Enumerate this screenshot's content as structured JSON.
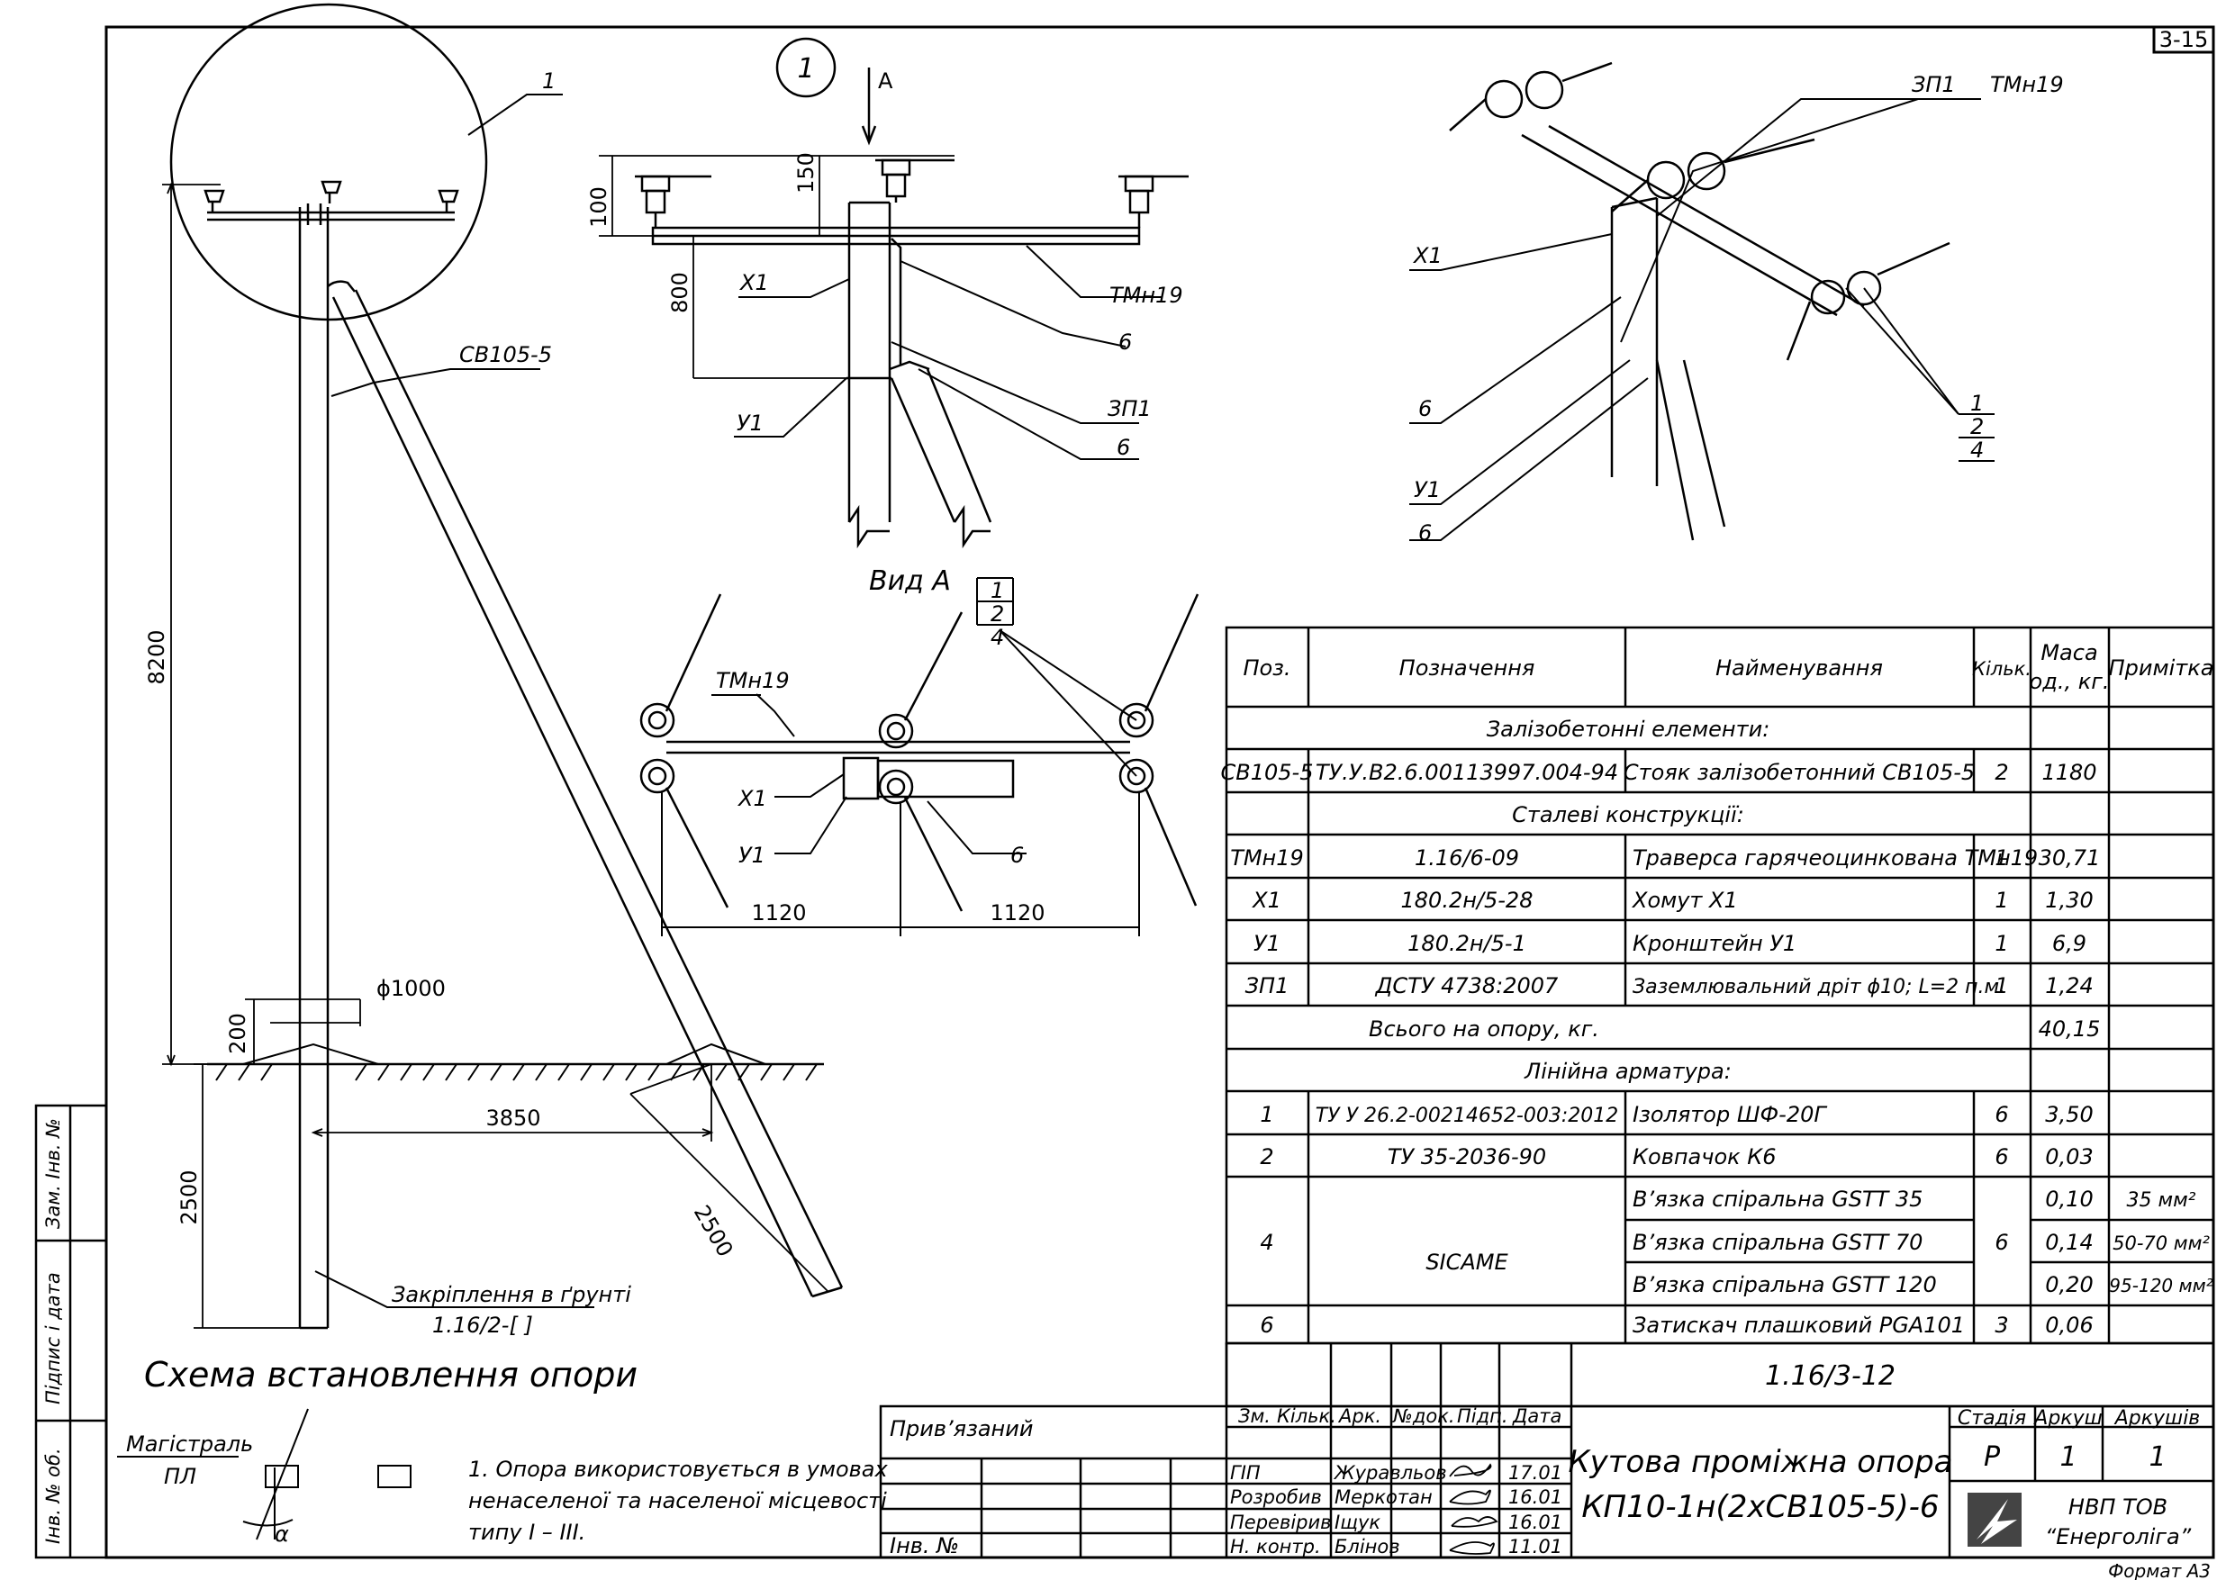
{
  "sheet_no": "3-15",
  "format": "Формат А3",
  "view_marker": "1",
  "view_arrow_label": "А",
  "view_a_title": "Вид А",
  "scheme_title": "Схема встановлення опори",
  "labels": {
    "callout_1": "1",
    "cb": "СВ105-5",
    "tmn": "ТМн19",
    "x1": "Х1",
    "u1": "У1",
    "zp1": "ЗП1",
    "six": "6",
    "one": "1",
    "two": "2",
    "four": "4"
  },
  "dims": {
    "d100": "100",
    "d150": "150",
    "d800": "800",
    "d8200": "8200",
    "d200": "200",
    "d1000": "ϕ1000",
    "d3850": "3850",
    "d2500a": "2500",
    "d2500b": "2500",
    "d1120a": "1120",
    "d1120b": "1120"
  },
  "ground_fix": {
    "line1": "Закріплення в ґрунті",
    "line2": "1.16/2-[     ]"
  },
  "legend": {
    "mag": "Магістраль",
    "pl": "ПЛ",
    "alpha": "α"
  },
  "note": {
    "line1": "1. Опора використовується в умовах",
    "line2": "ненаселеної та населеної місцевості",
    "line3": "типу I – III."
  },
  "side_stamp": {
    "a": "Інв. № об.",
    "b": "Підпис і дата",
    "c": "Зам. Інв. №"
  },
  "spec": {
    "headers": [
      "Поз.",
      "Позначення",
      "Найменування",
      "Кільк.",
      "Маса од., кг.",
      "Примітка"
    ],
    "mass_h1": "Маса",
    "mass_h2": "од., кг.",
    "sec1": "Залізобетонні елементи:",
    "sec2": "Сталеві конструкції:",
    "sec3": "Лінійна арматура:",
    "rows": [
      [
        "СВ105-5",
        "ТУ.У.В2.6.00113997.004-94",
        "Стояк залізобетонний СВ105-5",
        "2",
        "1180",
        ""
      ],
      [
        "ТМн19",
        "1.16/6-09",
        "Траверса гарячеоцинкована ТМн19",
        "1",
        "30,71",
        ""
      ],
      [
        "Х1",
        "180.2н/5-28",
        "Хомут Х1",
        "1",
        "1,30",
        ""
      ],
      [
        "У1",
        "180.2н/5-1",
        "Кронштейн У1",
        "1",
        "6,9",
        ""
      ],
      [
        "ЗП1",
        "ДСТУ 4738:2007",
        "Заземлювальний дріт ϕ10; L=2 п.м.",
        "1",
        "1,24",
        ""
      ],
      [
        "1",
        "ТУ У 26.2-00214652-003:2012",
        "Ізолятор ШФ-20Г",
        "6",
        "3,50",
        ""
      ],
      [
        "2",
        "ТУ 35-2036-90",
        "Ковпачок К6",
        "6",
        "0,03",
        ""
      ]
    ],
    "total_label": "Всього на опору, кг.",
    "total_value": "40,15",
    "pos4": "4",
    "sicame": "SICAME",
    "qty4": "6",
    "wraps": [
      [
        "В’язка спіральна GSTT 35",
        "0,10",
        "35 мм²"
      ],
      [
        "В’язка спіральна GSTT 70",
        "0,14",
        "50-70 мм²"
      ],
      [
        "В’язка спіральна GSTT 120",
        "0,20",
        "95-120 мм²"
      ]
    ],
    "row6": [
      "6",
      "Затискач плашковий PGA101",
      "3",
      "0,06"
    ]
  },
  "title_block": {
    "code": "1.16/3-12",
    "bound": "Прив’язаний",
    "inv": "Інв. №",
    "col_heads": [
      "Зм.",
      "Кільк.",
      "Арк.",
      "№док.",
      "Підп.",
      "Дата"
    ],
    "people": [
      [
        "ГІП",
        "Журавльов",
        "17.01"
      ],
      [
        "Розробив",
        "Меркотан",
        "16.01"
      ],
      [
        "Перевірив",
        "Іщук",
        "16.01"
      ],
      [
        "Н. контр.",
        "Блінов",
        "11.01"
      ]
    ],
    "title1": "Кутова проміжна опора",
    "title2": "КП10-1н(2хСВ105-5)-6",
    "stage_h": "Стадія",
    "sheet_h": "Аркуш",
    "sheets_h": "Аркушів",
    "stage": "Р",
    "sheet": "1",
    "sheets": "1",
    "org1": "НВП ТОВ",
    "org2": "“Енерголіга”"
  }
}
